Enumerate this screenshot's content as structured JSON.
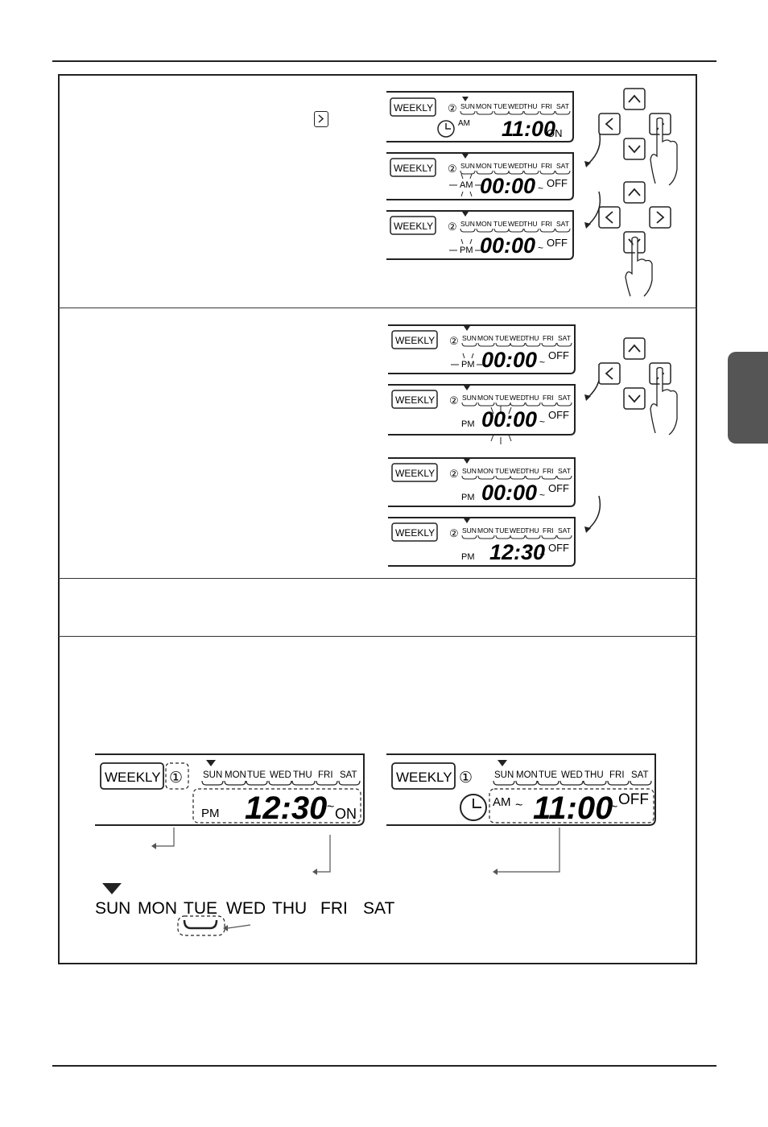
{
  "lcd": {
    "weekly": "WEEKLY",
    "days": [
      "SUN",
      "MON",
      "TUE",
      "WED",
      "THU",
      "FRI",
      "SAT"
    ],
    "circle_two": "②",
    "circle_one": "①",
    "am": "AM",
    "pm": "PM",
    "on": "ON",
    "off": "OFF",
    "tilde": "~",
    "time_1100": "11:00",
    "time_0000": "00:00",
    "time_1230": "12:30"
  },
  "legend_days": [
    "SUN",
    "MON",
    "TUE",
    "WED",
    "THU",
    "FRI",
    "SAT"
  ],
  "icons": [
    "clock-icon",
    "chevron-up-icon",
    "chevron-down-icon",
    "chevron-left-icon",
    "chevron-right-icon",
    "pointing-hand-icon",
    "curved-arrow-icon",
    "day-pointer-icon"
  ]
}
